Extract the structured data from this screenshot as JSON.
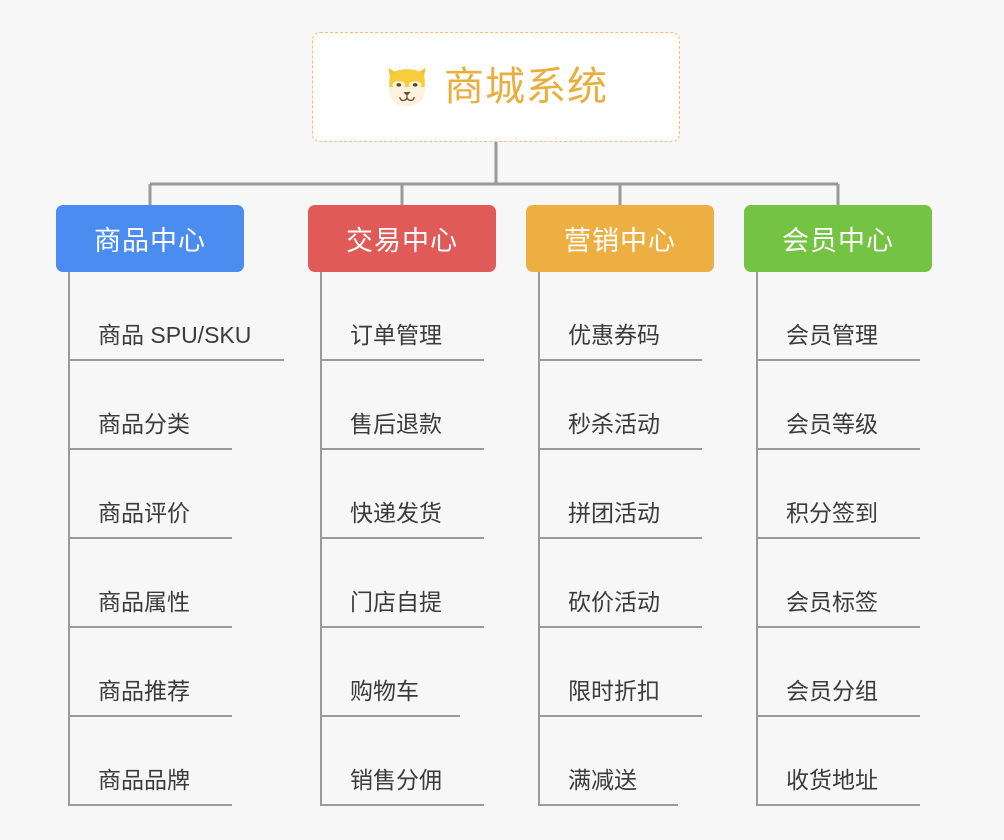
{
  "root": {
    "title": "商城系统",
    "icon": "shiba-dog-face-icon",
    "border_color": "#eec06a",
    "text_color": "#e8ae3e",
    "background": "#ffffff"
  },
  "page": {
    "background": "#f7f7f7",
    "connector_color": "#9a9a9a"
  },
  "columns": [
    {
      "label": "商品中心",
      "color": "#4a8cf0",
      "items": [
        {
          "label": "商品 SPU/SKU",
          "rule_width": "wide"
        },
        {
          "label": "商品分类",
          "rule_width": "mid"
        },
        {
          "label": "商品评价",
          "rule_width": "mid"
        },
        {
          "label": "商品属性",
          "rule_width": "mid"
        },
        {
          "label": "商品推荐",
          "rule_width": "mid"
        },
        {
          "label": "商品品牌",
          "rule_width": "mid"
        }
      ]
    },
    {
      "label": "交易中心",
      "color": "#e05b58",
      "items": [
        {
          "label": "订单管理",
          "rule_width": "mid"
        },
        {
          "label": "售后退款",
          "rule_width": "mid"
        },
        {
          "label": "快递发货",
          "rule_width": "mid"
        },
        {
          "label": "门店自提",
          "rule_width": "mid"
        },
        {
          "label": "购物车",
          "rule_width": "narrow"
        },
        {
          "label": "销售分佣",
          "rule_width": "mid"
        }
      ]
    },
    {
      "label": "营销中心",
      "color": "#eeaf42",
      "items": [
        {
          "label": "优惠券码",
          "rule_width": "mid"
        },
        {
          "label": "秒杀活动",
          "rule_width": "mid"
        },
        {
          "label": "拼团活动",
          "rule_width": "mid"
        },
        {
          "label": "砍价活动",
          "rule_width": "mid"
        },
        {
          "label": "限时折扣",
          "rule_width": "mid"
        },
        {
          "label": "满减送",
          "rule_width": "narrow"
        }
      ]
    },
    {
      "label": "会员中心",
      "color": "#74c343",
      "items": [
        {
          "label": "会员管理",
          "rule_width": "mid"
        },
        {
          "label": "会员等级",
          "rule_width": "mid"
        },
        {
          "label": "积分签到",
          "rule_width": "mid"
        },
        {
          "label": "会员标签",
          "rule_width": "mid"
        },
        {
          "label": "会员分组",
          "rule_width": "mid"
        },
        {
          "label": "收货地址",
          "rule_width": "mid"
        }
      ]
    }
  ]
}
